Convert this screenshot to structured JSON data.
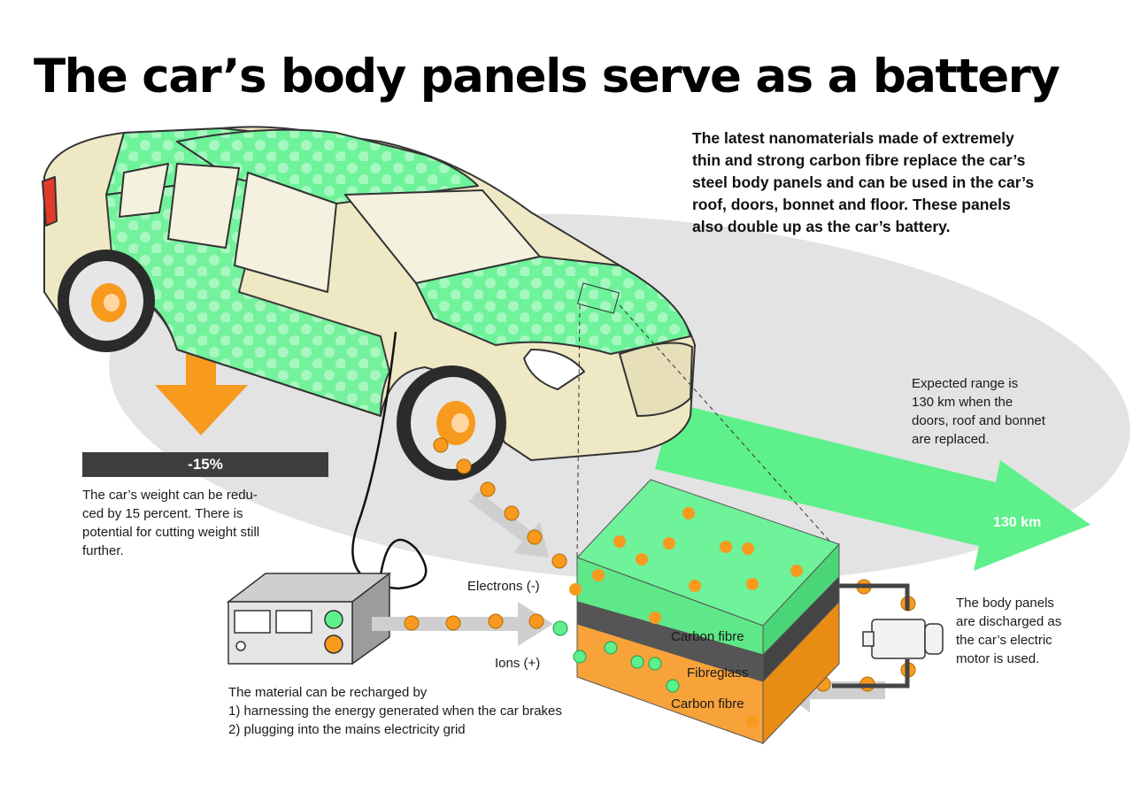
{
  "title": "The car’s body panels serve as a battery",
  "intro": "The latest nanomaterials made of extremely\nthin and strong carbon fibre replace the car’s\nsteel body panels and can be used in the car’s\nroof, doors, bonnet and floor. These panels\nalso double up as the car’s battery.",
  "weight": {
    "badge": "-15%",
    "text": "The car’s weight can be redu-\nced by 15 percent. There is\npotential for cutting weight still\nfurther."
  },
  "range": {
    "text": "Expected range is\n130 km when the\ndoors, roof and bonnet\nare replaced.",
    "arrow_label": "130 km"
  },
  "discharge": {
    "text": "The body panels\nare discharged as\nthe car’s electric\nmotor is used."
  },
  "recharge": {
    "text": "The material can be recharged by\n1) harnessing the energy generated when the car brakes\n2) plugging into the mains electricity grid"
  },
  "battery": {
    "electrons_label": "Electrons (-)",
    "ions_label": "Ions (+)",
    "layer_top": "Carbon fibre",
    "layer_middle": "Fibreglass",
    "layer_bottom": "Carbon fibre"
  },
  "colors": {
    "green": "#5ef08a",
    "orange": "#f79a1e",
    "ellipse": "#e3e3e3",
    "dark_bar": "#3d3d3d"
  }
}
